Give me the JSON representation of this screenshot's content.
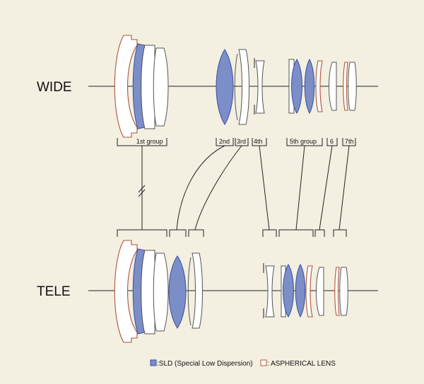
{
  "labels": {
    "wide": "WIDE",
    "tele": "TELE"
  },
  "groups": [
    "1st group",
    "2nd",
    "3rd",
    "4th",
    "5th group",
    "6",
    "7th"
  ],
  "legend": {
    "sld": ":SLD (Special Low Dispersion)",
    "aspherical": ": ASPHERICAL LENS"
  },
  "colors": {
    "background": "#f3efe1",
    "sld_fill": "#7b8ec7",
    "sld_stroke": "#3a4fa0",
    "aspherical_stroke": "#b0543a",
    "lens_stroke": "#555555",
    "line": "#222222"
  }
}
